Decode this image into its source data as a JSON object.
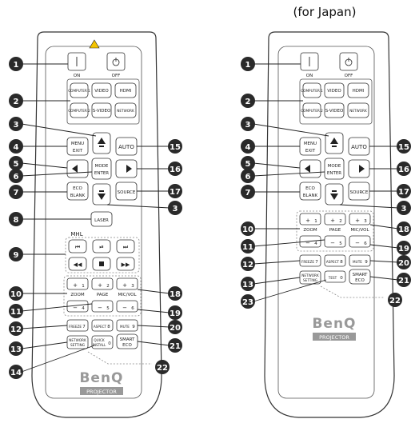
{
  "title": "(for Japan)",
  "power": {
    "on": "ON",
    "off": "OFF"
  },
  "source_buttons": {
    "computer1": "COMPUTER 1",
    "video": "VIDEO",
    "hdmi": "HDMI",
    "computer2": "COMPUTER 2",
    "svideo": "S-VIDEO",
    "network": "NETWORK"
  },
  "nav": {
    "menu": "MENU",
    "exit": "EXIT",
    "auto": "AUTO",
    "mode": "MODE",
    "enter": "ENTER",
    "source": "SOURCE",
    "eco": "ECO",
    "blank": "BLANK"
  },
  "laser": "LASER",
  "mhl": "MHL",
  "controls": {
    "zoom": "ZOOM",
    "page": "PAGE",
    "micvol": "MIC/VOL",
    "plus": "+",
    "minus": "−",
    "freeze": "FREEZE",
    "aspect": "ASPECT",
    "mute": "MUTE",
    "network_setting": "NETWORK SETTING",
    "quick_install": "QUICK INSTALL",
    "smart_eco": "SMART ECO",
    "test": "TEST"
  },
  "digits": {
    "d1": "1",
    "d2": "2",
    "d3": "3",
    "d4": "4",
    "d5": "5",
    "d6": "6",
    "d7": "7",
    "d8": "8",
    "d9": "9",
    "d0": "0"
  },
  "brand": {
    "logo": "BenQ",
    "tag": "PROJECTOR"
  },
  "callouts_left_remote": [
    "1",
    "2",
    "3",
    "4",
    "5",
    "6",
    "7",
    "8",
    "9",
    "10",
    "11",
    "12",
    "13",
    "14",
    "15",
    "16",
    "17",
    "3",
    "18",
    "19",
    "20",
    "21",
    "22"
  ],
  "callouts_right_remote": [
    "1",
    "2",
    "3",
    "4",
    "5",
    "6",
    "7",
    "10",
    "11",
    "12",
    "13",
    "23",
    "15",
    "16",
    "17",
    "3",
    "18",
    "19",
    "20",
    "21",
    "22"
  ]
}
